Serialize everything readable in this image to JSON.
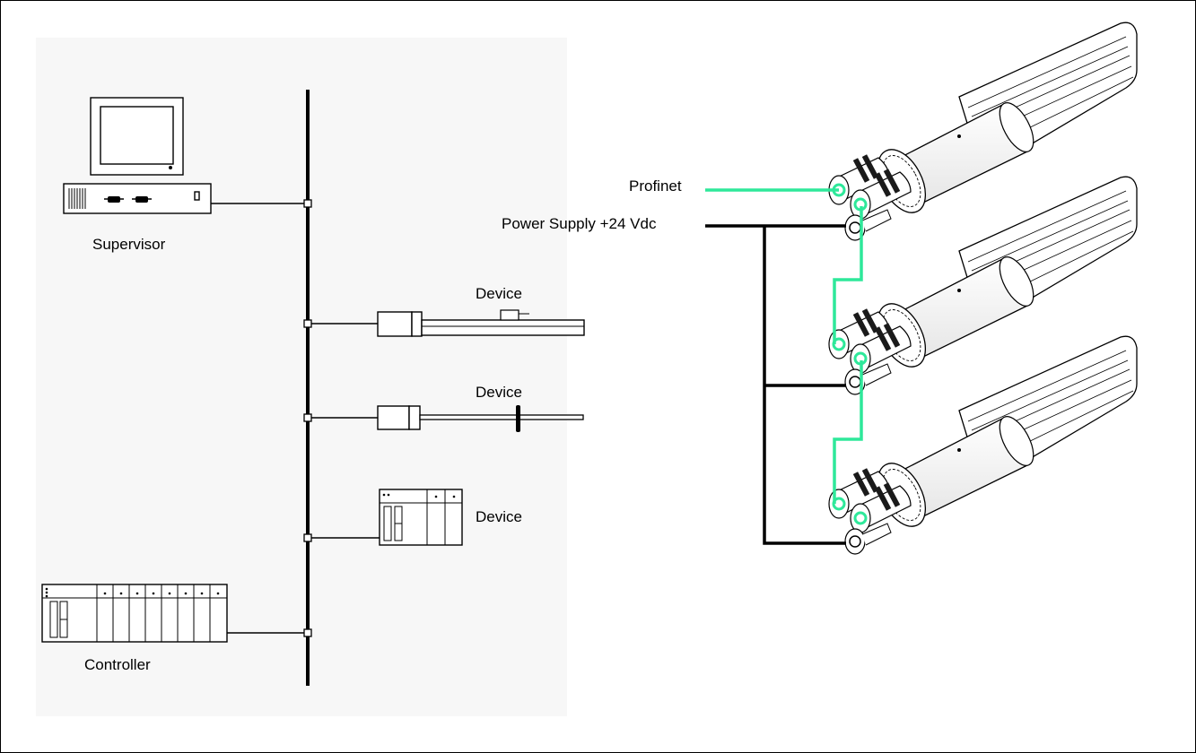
{
  "diagram": {
    "labels": {
      "supervisor": "Supervisor",
      "device_1": "Device",
      "device_2": "Device",
      "device_3": "Device",
      "controller": "Controller",
      "profinet": "Profinet",
      "power_supply": "Power Supply +24 Vdc"
    },
    "colors": {
      "profinet_line": "#2ee89a",
      "wire": "#000000",
      "panel": "#f7f7f7"
    },
    "icons": [
      "computer-icon",
      "linear-actuator-icon",
      "sensor-probe-icon",
      "plc-module-icon",
      "plc-rack-icon",
      "motor-unit-icon"
    ]
  }
}
